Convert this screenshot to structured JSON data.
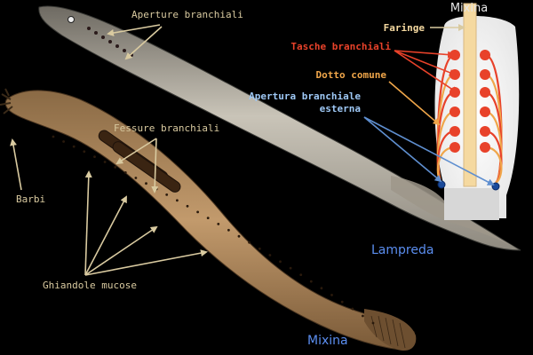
{
  "lamprey_labels": {
    "aperture": "Aperture branchiali",
    "name": "Lampreda"
  },
  "hagfish_labels": {
    "fessure": "Fessure branchiali",
    "barbi": "Barbi",
    "ghiandole": "Ghiandole mucose",
    "name": "Mixina"
  },
  "diagram": {
    "title": "Mixina",
    "faringe": "Faringe",
    "tasche": "Tasche branchiali",
    "dotto": "Dotto comune",
    "apertura_line1": "Apertura branchiale",
    "apertura_line2": "esterna"
  },
  "colors": {
    "background": "#000000",
    "label_tan": "#d9caa0",
    "faringe": "#f5d9a0",
    "tasche": "#e8422a",
    "dotto": "#f0a64a",
    "apertura": "#9ec8f5",
    "species_name": "#5b8ef0",
    "title": "#e6e6e6"
  }
}
